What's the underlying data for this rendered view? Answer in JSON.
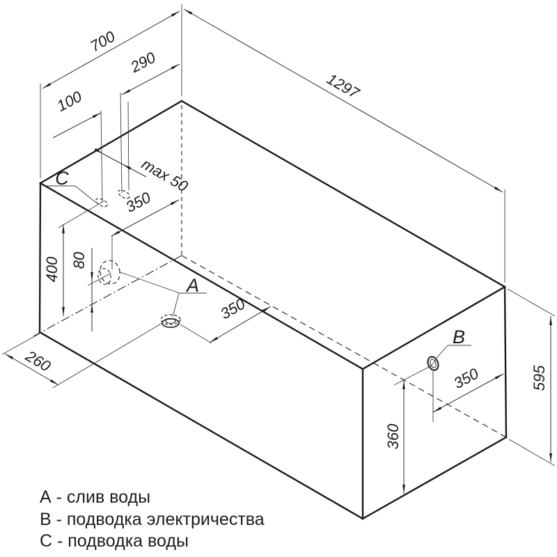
{
  "figure": {
    "dims": {
      "width": "700",
      "hole_c_offset": "100",
      "pipe_offset": "290",
      "length": "1297",
      "pipe_max": "max 50",
      "drain_from_back_top": "350",
      "supply_height": "400",
      "drain_height": "80",
      "drain_from_back_bottom": "350",
      "drain_from_end": "260",
      "socket_offset": "350",
      "socket_height": "360",
      "height": "595"
    },
    "labels": {
      "drain": "A",
      "electric": "B",
      "water": "C"
    }
  },
  "legend": {
    "items": [
      {
        "text": "А - слив воды"
      },
      {
        "text": "В - подводка электричества"
      },
      {
        "text": "С - подводка воды"
      }
    ]
  }
}
